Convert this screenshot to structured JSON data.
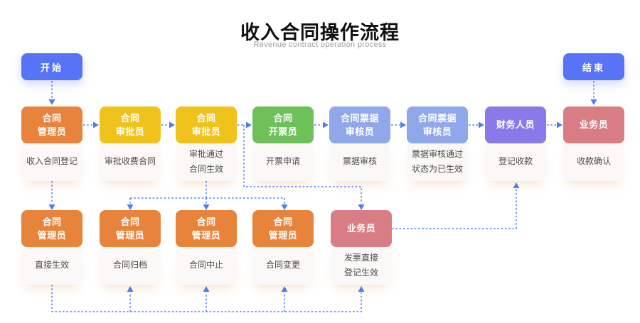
{
  "title": "收入合同操作流程",
  "subtitle": "Revenue contract operation process",
  "start_label": "开始",
  "end_label": "结束",
  "colors": {
    "button": "#5874f6",
    "arrow": "#4e7bf5",
    "card_bg": "#faf9f8",
    "orange": "#e8833c",
    "yellow": "#f0c31c",
    "green": "#6ec058",
    "periwinkle": "#90a8ea",
    "purple": "#8a7ae9",
    "pink": "#d97d84"
  },
  "row1": [
    {
      "role": "合同\n管理员",
      "task": "收入合同登记",
      "color": "#e8833c"
    },
    {
      "role": "合同\n审批员",
      "task": "审批收费合同",
      "color": "#f0c31c"
    },
    {
      "role": "合同\n审批员",
      "task": "审批通过\n合同生效",
      "color": "#f0c31c"
    },
    {
      "role": "合同\n开票员",
      "task": "开票申请",
      "color": "#6ec058"
    },
    {
      "role": "合同票据\n审核员",
      "task": "票据审核",
      "color": "#90a8ea"
    },
    {
      "role": "合同票据\n审核员",
      "task": "票据审核通过\n状态为已生效",
      "color": "#90a8ea"
    },
    {
      "role": "财务人员",
      "task": "登记收款",
      "color": "#8a7ae9"
    },
    {
      "role": "业务员",
      "task": "收款确认",
      "color": "#d97d84"
    }
  ],
  "row2": [
    {
      "role": "合同\n管理员",
      "task": "直接生效",
      "color": "#e8833c"
    },
    {
      "role": "合同\n管理员",
      "task": "合同归档",
      "color": "#e8833c"
    },
    {
      "role": "合同\n管理员",
      "task": "合同中止",
      "color": "#e8833c"
    },
    {
      "role": "合同\n管理员",
      "task": "合同变更",
      "color": "#e8833c"
    },
    {
      "role": "业务员",
      "task": "发票直接\n登记生效",
      "color": "#d97d84"
    }
  ],
  "edges": [
    {
      "from": "开始",
      "to": "收入合同登记"
    },
    {
      "from": "收入合同登记",
      "to": "审批收费合同"
    },
    {
      "from": "审批收费合同",
      "to": "审批通过合同生效"
    },
    {
      "from": "审批通过合同生效",
      "to": "开票申请"
    },
    {
      "from": "开票申请",
      "to": "票据审核"
    },
    {
      "from": "票据审核",
      "to": "票据审核通过状态为已生效"
    },
    {
      "from": "票据审核通过状态为已生效",
      "to": "登记收款"
    },
    {
      "from": "登记收款",
      "to": "收款确认"
    },
    {
      "from": "结束",
      "to": "收款确认"
    },
    {
      "from": "收入合同登记",
      "to": "直接生效"
    },
    {
      "from": "审批通过合同生效",
      "to": "合同归档"
    },
    {
      "from": "审批通过合同生效",
      "to": "合同中止"
    },
    {
      "from": "审批通过合同生效",
      "to": "合同变更"
    },
    {
      "from": "审批通过合同生效",
      "to": "发票直接登记生效"
    },
    {
      "from": "发票直接登记生效",
      "to": "登记收款"
    },
    {
      "from": "直接生效",
      "to": "合同归档"
    },
    {
      "from": "直接生效",
      "to": "合同中止"
    },
    {
      "from": "直接生效",
      "to": "合同变更"
    },
    {
      "from": "直接生效",
      "to": "发票直接登记生效"
    }
  ]
}
